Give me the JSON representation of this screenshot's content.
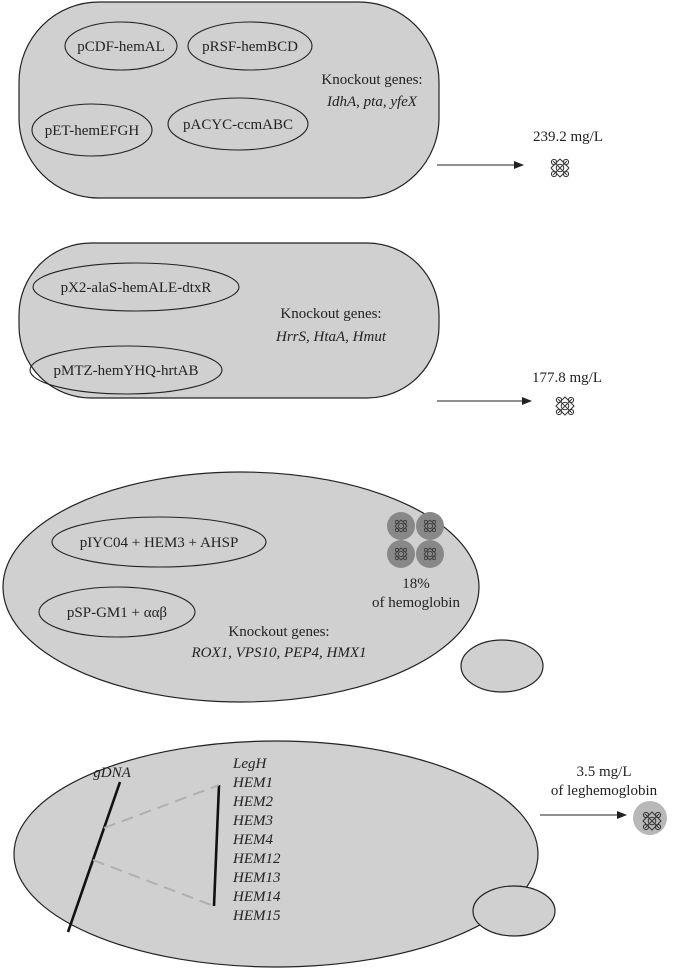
{
  "colors": {
    "cell_fill": "#d0d0d0",
    "stroke": "#222222",
    "dashed_line": "#b0b0b0",
    "heme_sphere": "#b8b8b8",
    "hemoglobin_subunit": "#888888"
  },
  "panel1": {
    "plasmids": [
      "pCDF-hemAL",
      "pRSF-hemBCD",
      "pET-hemEFGH",
      "pACYC-ccmABC"
    ],
    "knockout_title": "Knockout genes:",
    "knockout_genes": "IdhA, pta, yfeX",
    "yield": "239.2 mg/L",
    "product_icon": "heme-icon"
  },
  "panel2": {
    "plasmids": [
      "pX2-alaS-hemALE-dtxR",
      "pMTZ-hemYHQ-hrtAB"
    ],
    "knockout_title": "Knockout genes:",
    "knockout_genes": "HrrS, HtaA, Hmut",
    "yield": "177.8 mg/L",
    "product_icon": "heme-icon"
  },
  "panel3": {
    "plasmids": [
      "pIYC04 + HEM3 + AHSP",
      "pSP-GM1 + ααβ"
    ],
    "knockout_title": "Knockout genes:",
    "knockout_genes": "ROX1, VPS10, PEP4, HMX1",
    "yield_line1": "18%",
    "yield_line2": "of hemoglobin",
    "product_icon": "hemoglobin-icon"
  },
  "panel4": {
    "gdna_label": "gDNA",
    "genes": [
      "LegH",
      "HEM1",
      "HEM2",
      "HEM3",
      "HEM4",
      "HEM12",
      "HEM13",
      "HEM14",
      "HEM15"
    ],
    "yield_line1": "3.5 mg/L",
    "yield_line2": "of leghemoglobin",
    "product_icon": "leghemoglobin-icon"
  }
}
